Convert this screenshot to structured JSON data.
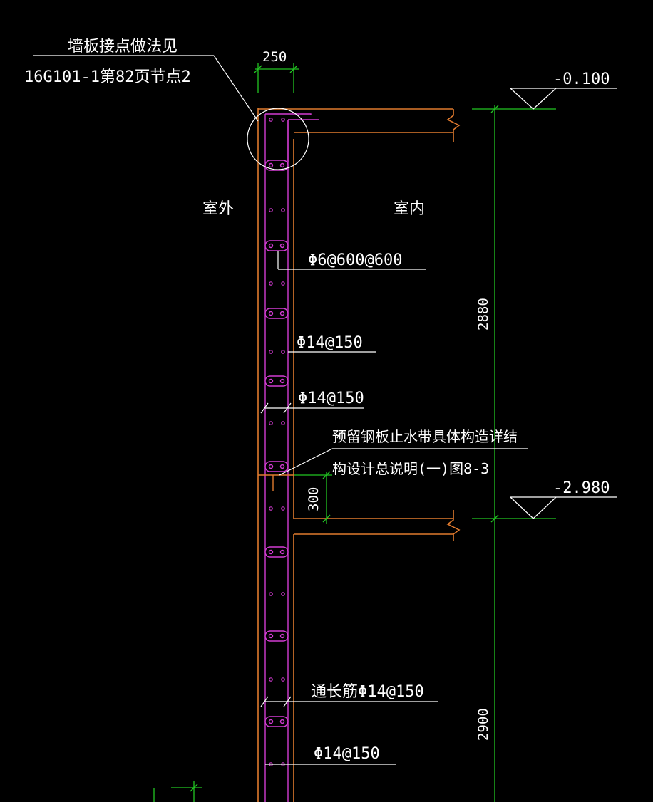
{
  "annotations": {
    "node_note_line1": "墙板接点做法见",
    "node_note_line2": "16G101-1第82页节点2",
    "outside": "室外",
    "inside": "室内",
    "tie_bar": "Φ6@600@600",
    "rebar_1": "Φ14@150",
    "rebar_2": "Φ14@150",
    "waterstop_line1": "预留钢板止水带具体构造详结",
    "waterstop_line2": "构设计总说明(一)图8-3",
    "through_bar": "通长筋Φ14@150",
    "rebar_3": "Φ14@150"
  },
  "dimensions": {
    "wall_thickness": "250",
    "waterstop_height": "300",
    "upper_height": "2880",
    "lower_height": "2900"
  },
  "elevations": {
    "top": "-0.100",
    "mid": "-2.980"
  },
  "colors": {
    "background": "#000000",
    "text": "#ffffff",
    "concrete": "#e07a2e",
    "rebar": "#d23cd2",
    "dimension": "#22c522",
    "leader": "#ffffff"
  }
}
